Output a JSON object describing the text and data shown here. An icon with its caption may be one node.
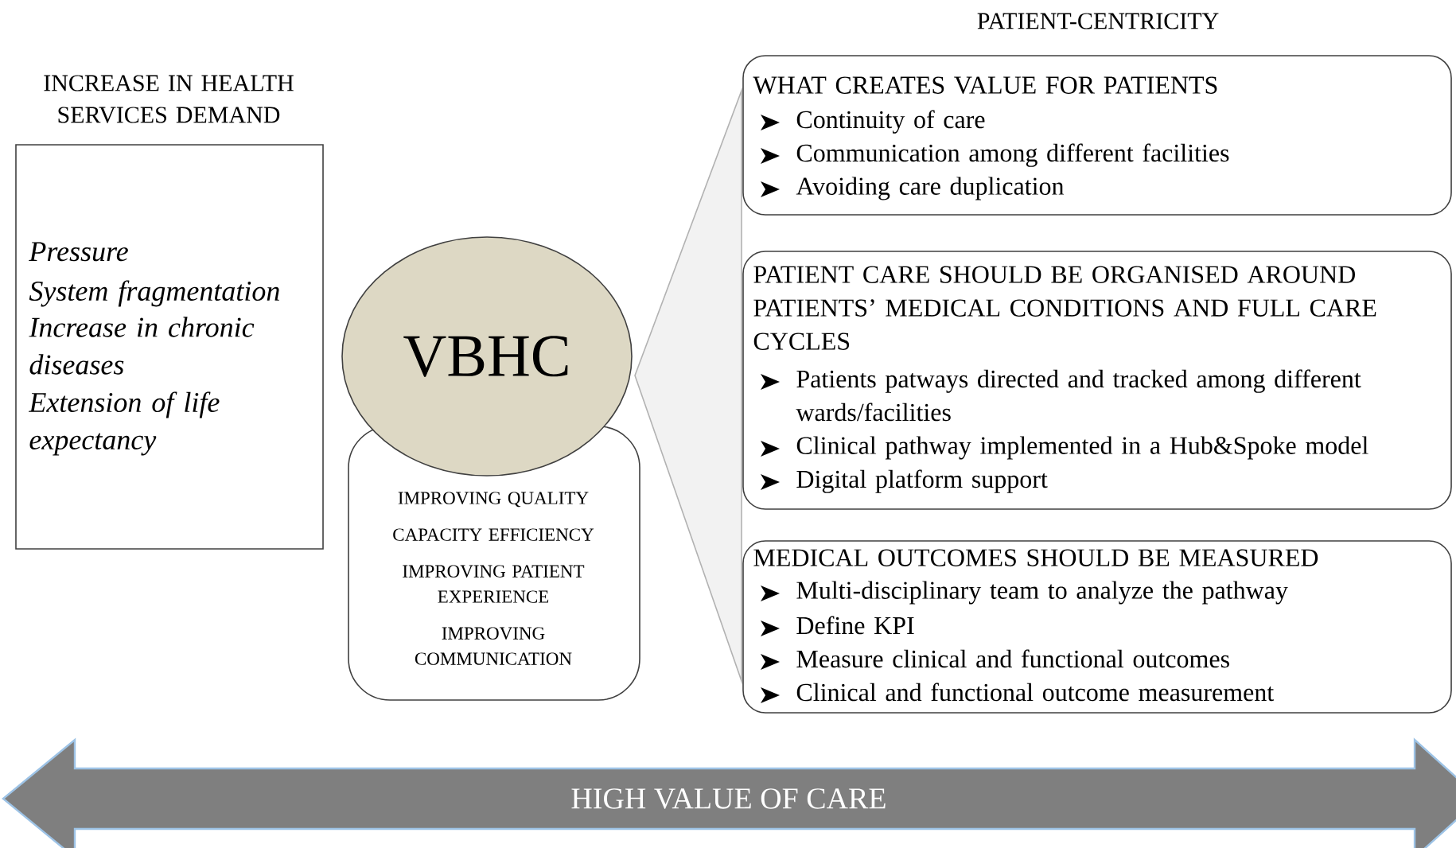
{
  "diagram": {
    "nodes": [
      {
        "text": [
          "INCREASE IN HEALTH SERVICES DEMAND",
          "Pressure",
          "System fragmentation",
          "Increase in chronic diseases",
          "Extension of life expectancy"
        ]
      },
      {
        "text": [
          "VBHC"
        ]
      },
      {
        "text": [
          "IMPROVING QUALITY",
          "CAPACITY EFFICIENCY",
          "IMPROVING PATIENT EXPERIENCE",
          "IMPROVING COMMUNICATION"
        ]
      },
      {
        "text": [],
        "shape": "wedge"
      },
      {
        "text": [
          "WHAT CREATES VALUE FOR PATIENTS",
          "Continuity of care",
          "Communication among different facilities",
          "Avoiding care duplication"
        ]
      },
      {
        "text": [
          "PATIENT CARE SHOULD BE ORGANISED AROUND PATIENTS’ MEDICAL CONDITIONS AND FULL CARE CYCLES",
          "Patients patways directed and tracked among different wards/facilities",
          "Clinical pathway implemented in a Hub&Spoke model",
          "Digital platform support"
        ]
      },
      {
        "text": [
          "MEDICAL OUTCOMES SHOULD BE MEASURED",
          "Multi-disciplinary team to analyze the pathway",
          "Define KPI",
          "Measure clinical and functional outcomes",
          "Clinical and functional outcome measurement"
        ]
      },
      {
        "text": [
          "HIGH VALUE OF CARE"
        ]
      }
    ],
    "labels": [
      "PATIENT-CENTRICITY"
    ]
  }
}
